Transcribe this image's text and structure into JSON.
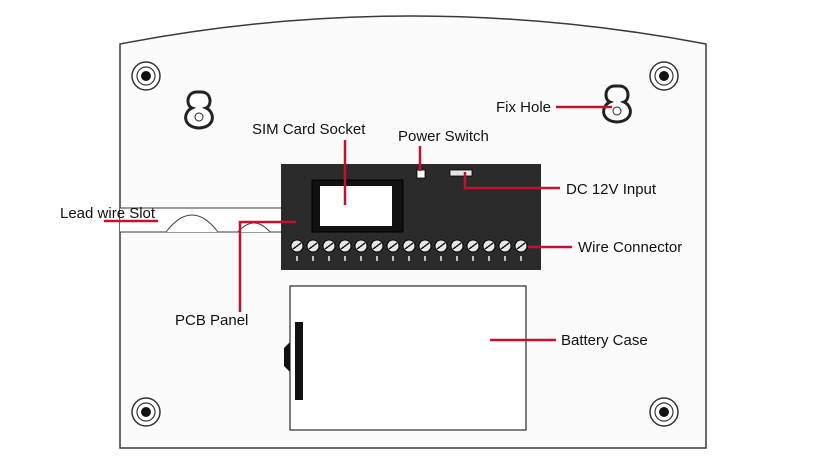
{
  "labels": {
    "sim_card_socket": "SIM Card Socket",
    "power_switch": "Power Switch",
    "fix_hole": "Fix Hole",
    "dc_input": "DC 12V Input",
    "lead_wire_slot": "Lead wire Slot",
    "wire_connector": "Wire Connector",
    "pcb_panel": "PCB Panel",
    "battery_case": "Battery Case"
  },
  "colors": {
    "leader_line": "#c8102e",
    "pcb": "#2b2b2b",
    "outline": "#3a3a3a",
    "housing": "#fbfbfb"
  },
  "terminal_count": 15,
  "screw_count": 4,
  "keyhole_count": 2
}
